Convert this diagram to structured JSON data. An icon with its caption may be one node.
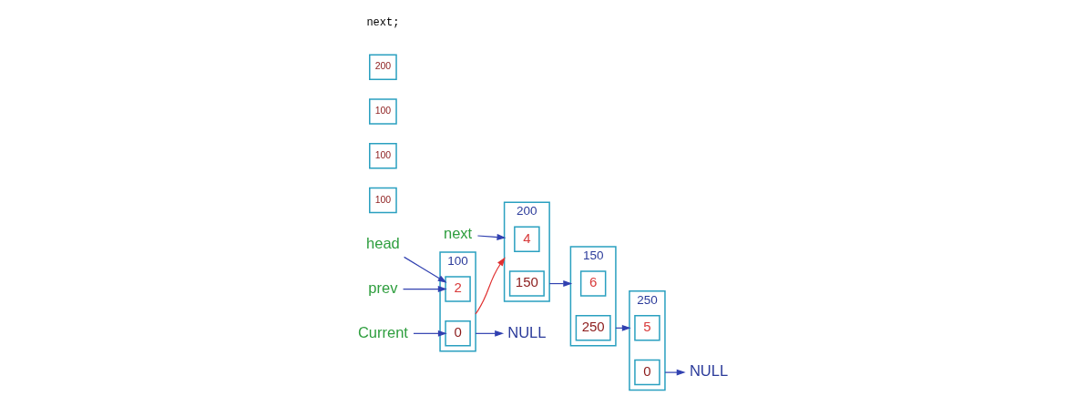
{
  "diagram": {
    "nodes": [
      {
        "text": [
          "NULL"
        ]
      },
      {
        "text": [
          "100"
        ]
      },
      {
        "text": [
          "2"
        ],
        "in": 1
      },
      {
        "text": [
          "0"
        ],
        "in": 1
      },
      {
        "text": [
          "200"
        ]
      },
      {
        "text": [
          "4"
        ],
        "in": 4
      },
      {
        "text": [
          "150"
        ],
        "in": 4
      },
      {
        "text": [
          "150"
        ]
      },
      {
        "text": [
          "6"
        ],
        "in": 7
      },
      {
        "text": [
          "250"
        ],
        "in": 7
      },
      {
        "text": [
          "250"
        ]
      },
      {
        "text": [
          "5"
        ],
        "in": 10
      },
      {
        "text": [
          "0"
        ],
        "in": 10
      },
      {
        "text": [
          "NULL"
        ]
      },
      {
        "text": [
          "head"
        ]
      },
      {
        "text": [
          "100"
        ]
      },
      {
        "text": [
          "prev"
        ]
      },
      {
        "text": [
          "100"
        ]
      },
      {
        "text": [
          "Current"
        ]
      },
      {
        "text": [
          "100"
        ]
      },
      {
        "text": [
          "next"
        ]
      },
      {
        "text": [
          "200"
        ]
      }
    ],
    "edges": [
      {
        "from": 1,
        "to": 0,
        "arrow": "to"
      },
      {
        "from": 1,
        "to": 4,
        "arrow": "to",
        "color": "#e03030"
      },
      {
        "from": 4,
        "to": 7,
        "arrow": "to"
      },
      {
        "from": 7,
        "to": 10,
        "arrow": "to"
      },
      {
        "from": 10,
        "to": 13,
        "arrow": "to"
      },
      {
        "from": 14,
        "to": 2,
        "arrow": "to"
      },
      {
        "from": 16,
        "to": 2,
        "arrow": "to"
      },
      {
        "from": 18,
        "to": 3,
        "arrow": "to"
      },
      {
        "from": 20,
        "to": 4,
        "arrow": "to"
      }
    ],
    "labels": [
      "next;"
    ]
  }
}
